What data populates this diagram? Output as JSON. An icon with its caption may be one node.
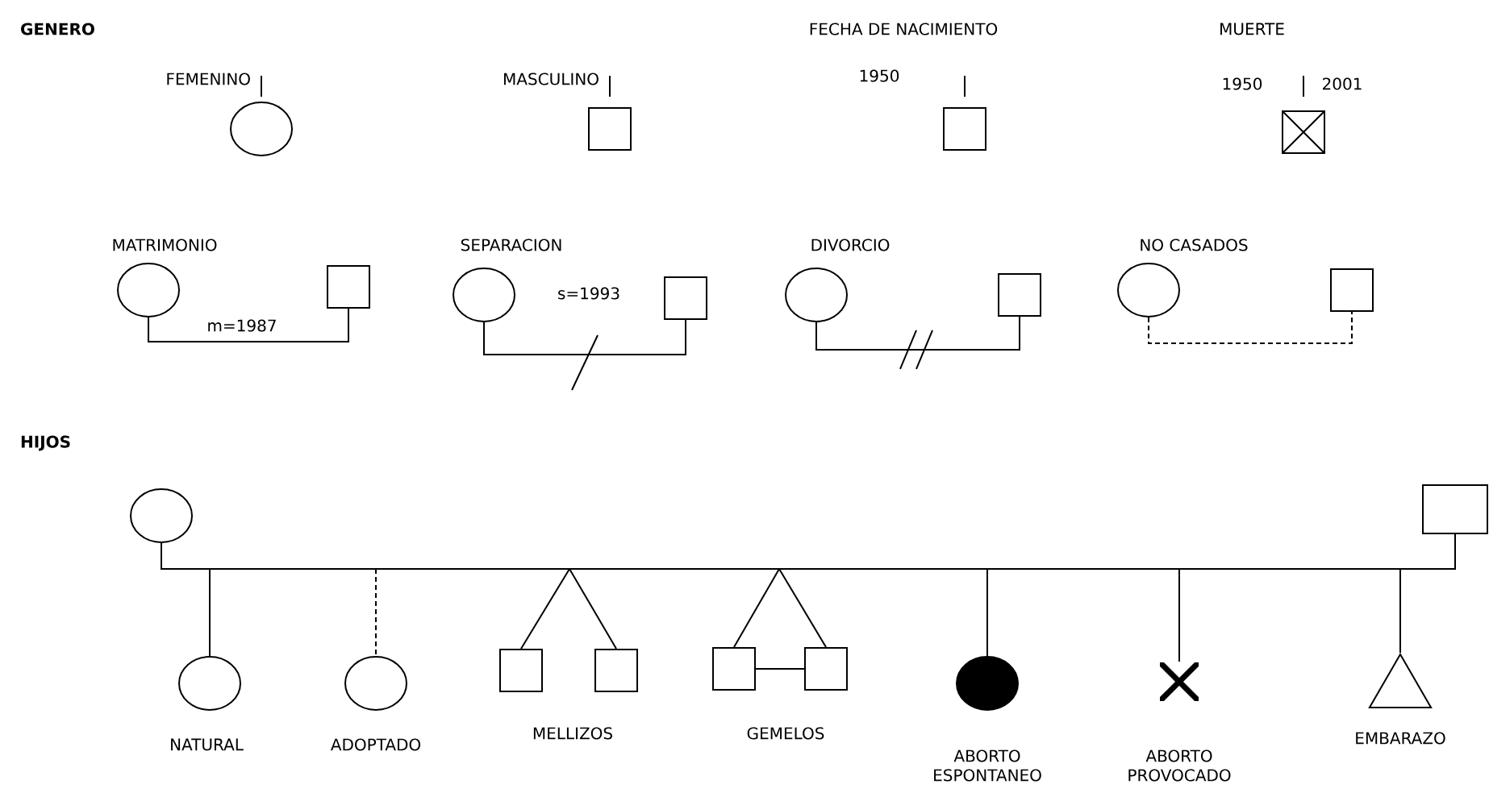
{
  "diagram": {
    "nodes": [
      {
        "text": [],
        "shape": "circle",
        "beside": [
          "FEMENINO"
        ]
      },
      {
        "text": [],
        "shape": "box",
        "beside": [
          "MASCULINO"
        ]
      },
      {
        "text": [],
        "shape": "box",
        "beside": [
          "1950"
        ]
      },
      {
        "text": [],
        "shape": "box",
        "beside": [
          "1950",
          "2001"
        ]
      },
      {
        "text": [],
        "shape": "circle"
      },
      {
        "text": [],
        "shape": "box"
      },
      {
        "text": [],
        "shape": "circle"
      },
      {
        "text": [],
        "shape": "box"
      },
      {
        "text": [],
        "shape": "circle"
      },
      {
        "text": [],
        "shape": "box"
      },
      {
        "text": [],
        "shape": "circle"
      },
      {
        "text": [],
        "shape": "box"
      },
      {
        "text": [],
        "shape": "circle"
      },
      {
        "text": [],
        "shape": "box"
      },
      {
        "text": [],
        "shape": "circle",
        "beside": [
          "NATURAL"
        ]
      },
      {
        "text": [],
        "shape": "circle",
        "beside": [
          "ADOPTADO"
        ]
      },
      {
        "text": [],
        "shape": "box"
      },
      {
        "text": [],
        "shape": "box"
      },
      {
        "text": [],
        "shape": "box"
      },
      {
        "text": [],
        "shape": "box"
      },
      {
        "text": [],
        "shape": "circle",
        "beside": [
          "ABORTO ESPONTANEO"
        ]
      },
      {
        "text": [],
        "shape": "cross",
        "beside": [
          "ABORTO PROVOCADO"
        ]
      },
      {
        "text": [],
        "shape": "triangle",
        "beside": [
          "EMBARAZO"
        ]
      }
    ],
    "edges": [
      {
        "from": 4,
        "to": 5,
        "arrow": "none",
        "label": "m=1987"
      },
      {
        "from": 6,
        "to": 7,
        "arrow": "none",
        "label": "s=1993"
      },
      {
        "from": 8,
        "to": 9,
        "arrow": "none"
      },
      {
        "from": 10,
        "to": 11,
        "arrow": "none",
        "style": "dashed"
      },
      {
        "from": 12,
        "to": 13,
        "arrow": "none"
      },
      {
        "from": null,
        "to": 14,
        "arrow": "none"
      },
      {
        "from": null,
        "to": 15,
        "arrow": "none",
        "style": "dashed"
      },
      {
        "from": null,
        "to": 16,
        "arrow": "none"
      },
      {
        "from": null,
        "to": 17,
        "arrow": "none"
      },
      {
        "from": null,
        "to": 18,
        "arrow": "none"
      },
      {
        "from": null,
        "to": 19,
        "arrow": "none"
      },
      {
        "from": 18,
        "to": 19,
        "arrow": "none"
      },
      {
        "from": null,
        "to": 20,
        "arrow": "none"
      },
      {
        "from": null,
        "to": 21,
        "arrow": "none"
      },
      {
        "from": null,
        "to": 22,
        "arrow": "none"
      }
    ],
    "labels": [
      "GENERO",
      "FECHA DE NACIMIENTO",
      "MUERTE",
      "MATRIMONIO",
      "SEPARACION",
      "DIVORCIO",
      "NO CASADOS",
      "HIJOS",
      "MELLIZOS",
      "GEMELOS"
    ]
  }
}
